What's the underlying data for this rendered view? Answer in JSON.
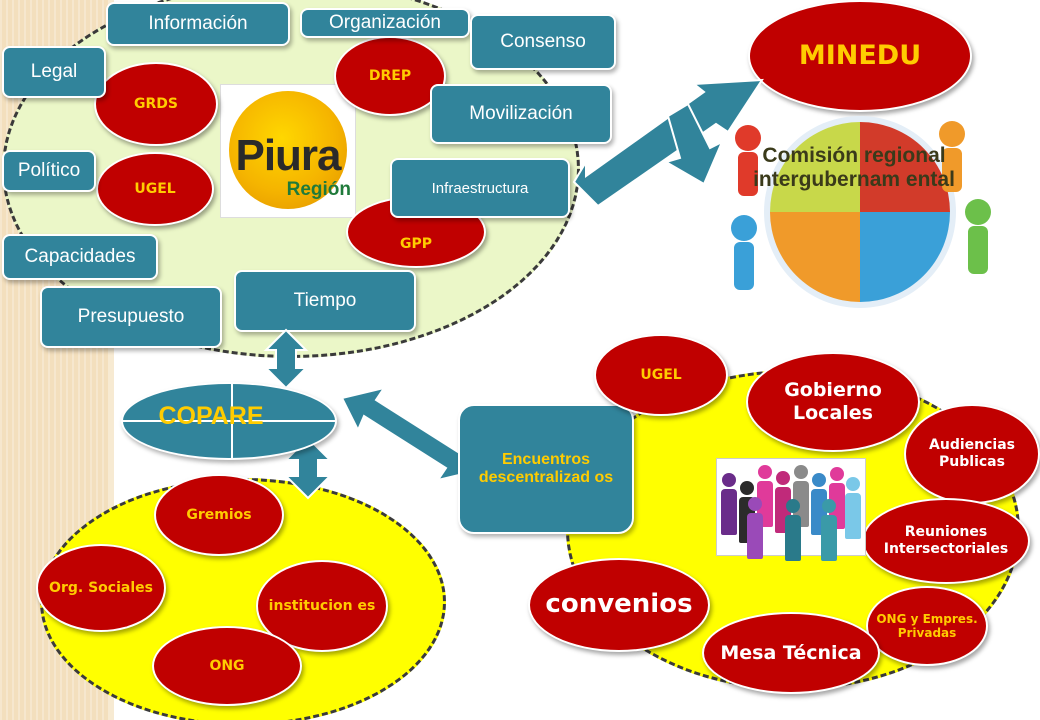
{
  "regions": {
    "piura": "Piura Región",
    "minedu": "MINEDU",
    "comision": "Comisión regional intergubernam ental",
    "copare": "COPARE"
  },
  "logo": {
    "line1": "Piura",
    "line2": "Región"
  },
  "top_actors": [
    "DREP",
    "GRDS",
    "UGEL",
    "GPP"
  ],
  "top_tags": {
    "informacion": "Información",
    "organizacion": "Organización",
    "consenso": "Consenso",
    "legal": "Legal",
    "movilizacion": "Movilización",
    "politico": "Político",
    "infraestructura": "Infraestructura",
    "capacidades": "Capacidades",
    "tiempo": "Tiempo",
    "presupuesto": "Presupuesto"
  },
  "copare_members": [
    "Gremios",
    "Org. Sociales",
    "institucion es",
    "ONG"
  ],
  "encuentros": "Encuentros descentralizad os",
  "right_group": {
    "ugel": "UGEL",
    "gobierno": "Gobierno Locales",
    "audiencias": "Audiencias Publicas",
    "reuniones": "Reuniones Intersectoriales",
    "ong": "ONG y Empres. Privadas",
    "mesa": "Mesa Técnica",
    "convenios": "convenios"
  },
  "colors": {
    "teal": "#31849b",
    "red": "#c00000",
    "gold": "#ffcc00",
    "green_region": "#ebf7c8",
    "yellow_region": "#ffff00"
  }
}
